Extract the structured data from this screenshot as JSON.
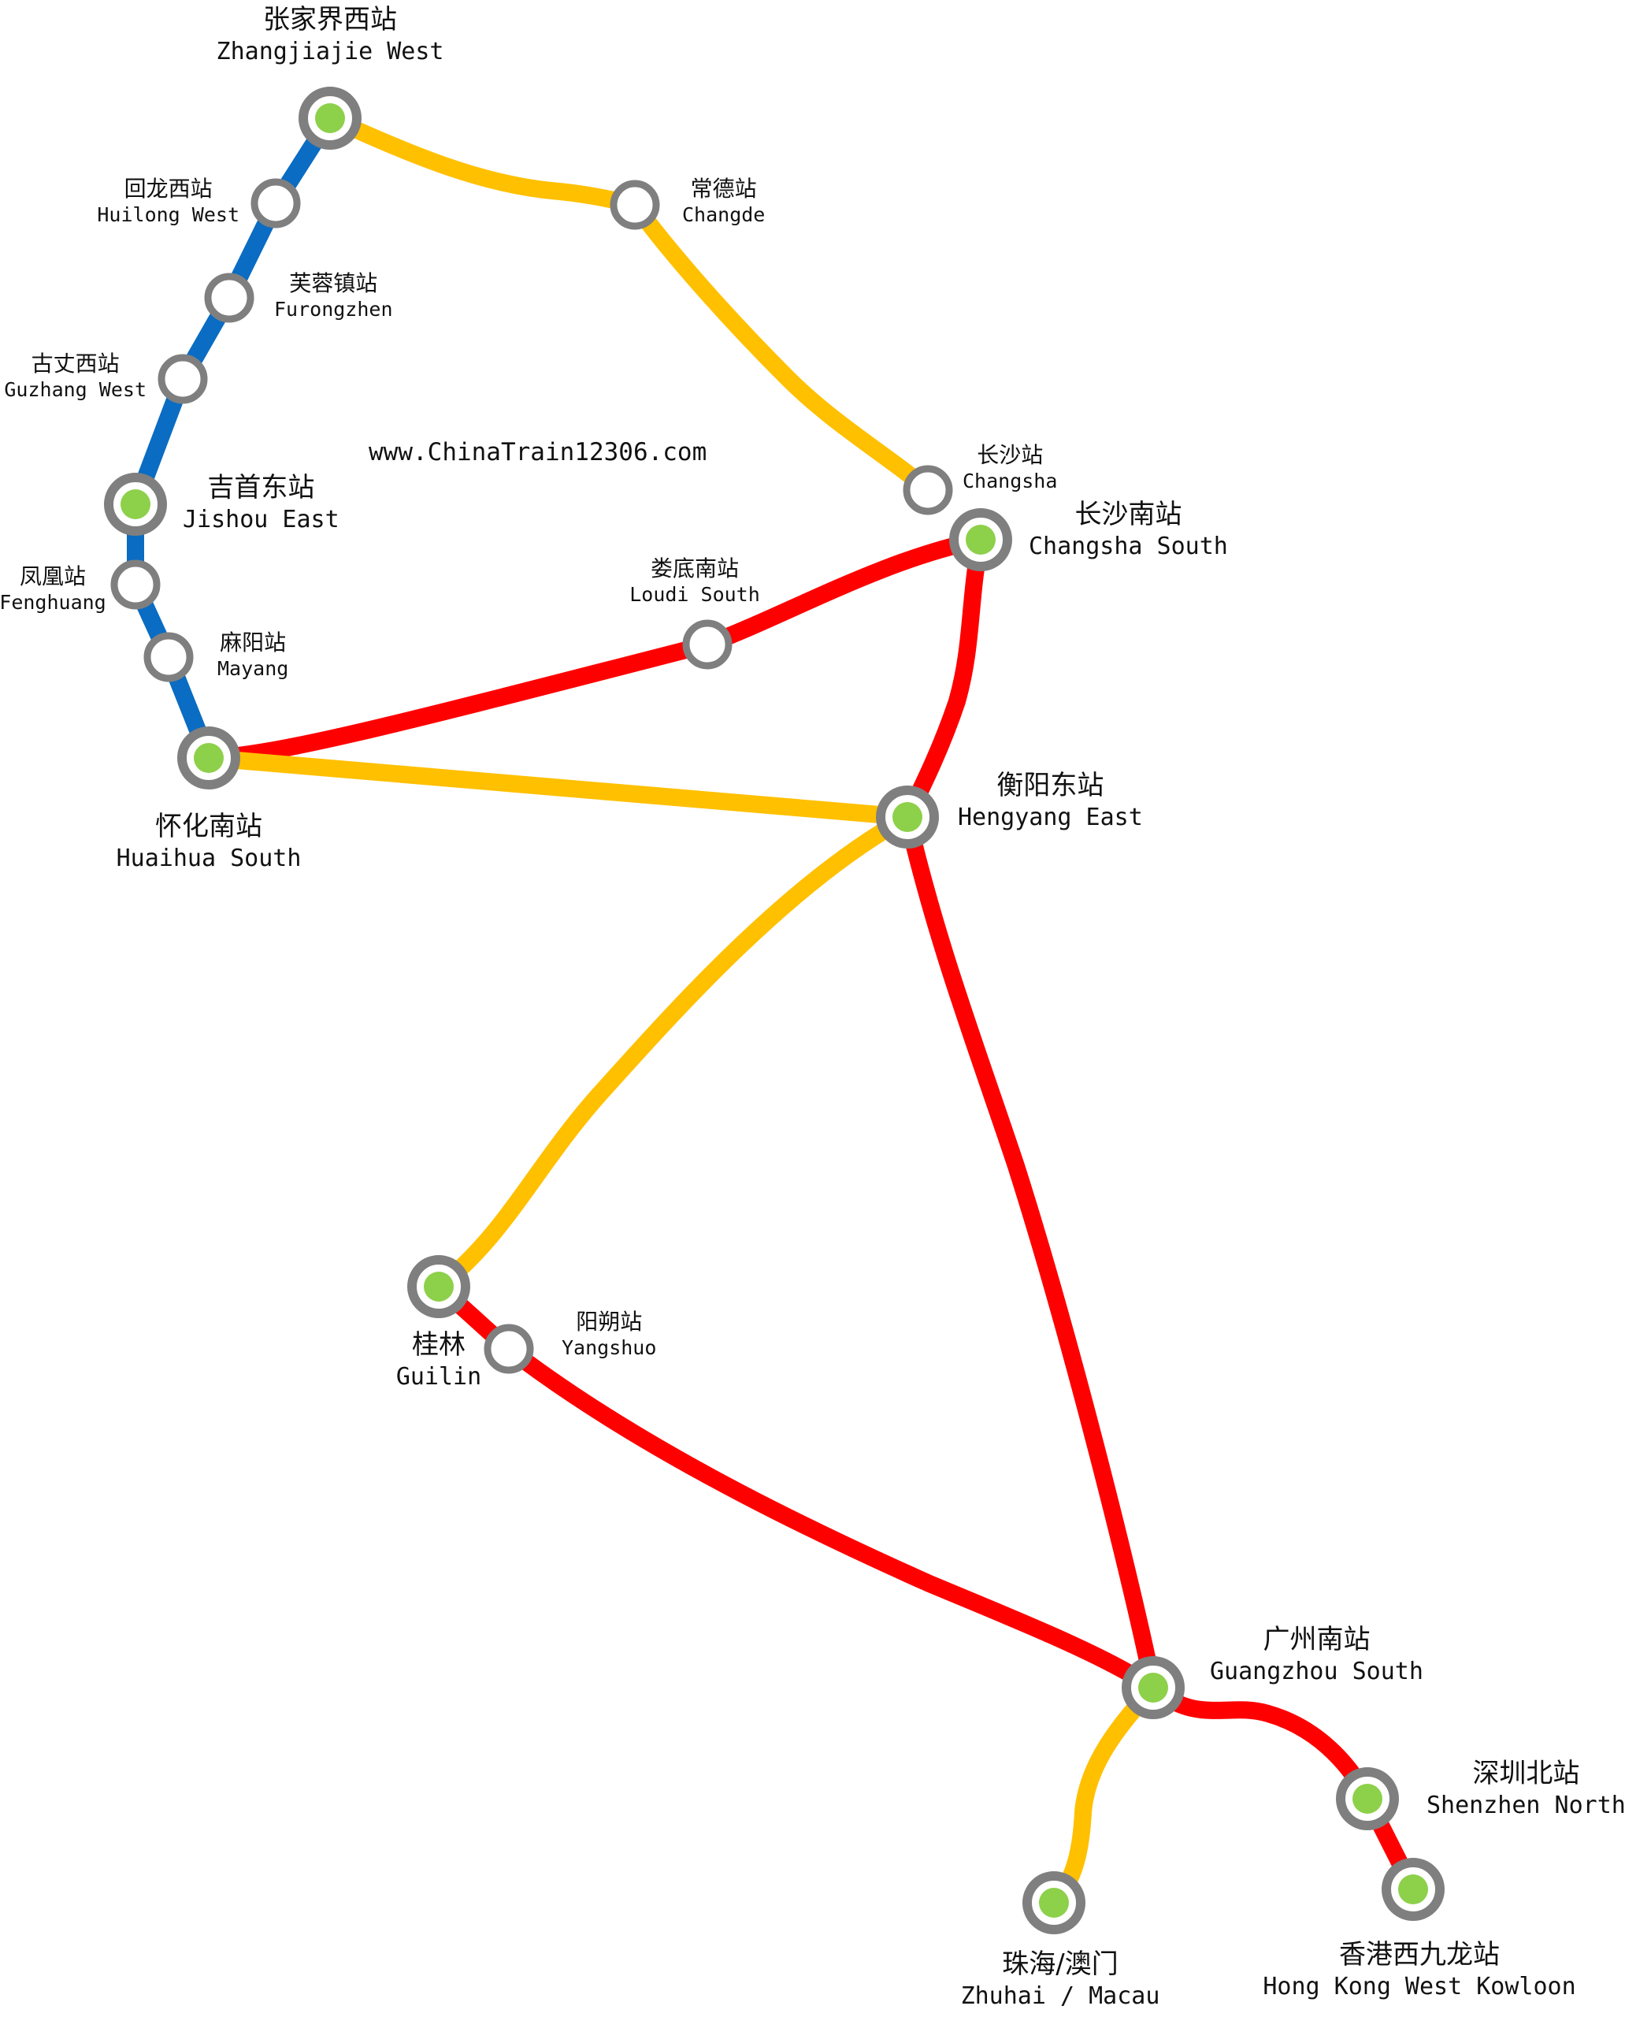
{
  "colors": {
    "blue_line": "#0A6CC2",
    "yellow_line": "#FFC000",
    "red_line": "#FF0000",
    "station_ring": "#7F7F7F",
    "major_fill": "#8DD04A",
    "minor_fill": "#FFFFFF"
  },
  "site_url": "www.ChinaTrain12306.com",
  "stations": {
    "zhangjiajie_west": {
      "zh": "张家界西站",
      "en": "Zhangjiajie West",
      "type": "major"
    },
    "huilong_west": {
      "zh": "回龙西站",
      "en": "Huilong West",
      "type": "minor"
    },
    "furongzhen": {
      "zh": "芙蓉镇站",
      "en": "Furongzhen",
      "type": "minor"
    },
    "guzhang_west": {
      "zh": "古丈西站",
      "en": "Guzhang West",
      "type": "minor"
    },
    "jishou_east": {
      "zh": "吉首东站",
      "en": "Jishou East",
      "type": "major"
    },
    "fenghuang": {
      "zh": "凤凰站",
      "en": "Fenghuang",
      "type": "minor"
    },
    "mayang": {
      "zh": "麻阳站",
      "en": "Mayang",
      "type": "minor"
    },
    "huaihua_south": {
      "zh": "怀化南站",
      "en": "Huaihua South",
      "type": "major"
    },
    "changde": {
      "zh": "常德站",
      "en": "Changde",
      "type": "minor"
    },
    "changsha": {
      "zh": "长沙站",
      "en": "Changsha",
      "type": "minor"
    },
    "changsha_south": {
      "zh": "长沙南站",
      "en": "Changsha South",
      "type": "major"
    },
    "loudi_south": {
      "zh": "娄底南站",
      "en": "Loudi South",
      "type": "minor"
    },
    "hengyang_east": {
      "zh": "衡阳东站",
      "en": "Hengyang East",
      "type": "major"
    },
    "guilin": {
      "zh": "桂林",
      "en": "Guilin",
      "type": "major"
    },
    "yangshuo": {
      "zh": "阳朔站",
      "en": "Yangshuo",
      "type": "minor"
    },
    "guangzhou_south": {
      "zh": "广州南站",
      "en": "Guangzhou South",
      "type": "major"
    },
    "shenzhen_north": {
      "zh": "深圳北站",
      "en": "Shenzhen North",
      "type": "major"
    },
    "zhuhai_macau": {
      "zh": "珠海/澳门",
      "en": "Zhuhai / Macau",
      "type": "major"
    },
    "hong_kong_west_kowloon": {
      "zh": "香港西九龙站",
      "en": "Hong Kong West Kowloon",
      "type": "major"
    }
  }
}
